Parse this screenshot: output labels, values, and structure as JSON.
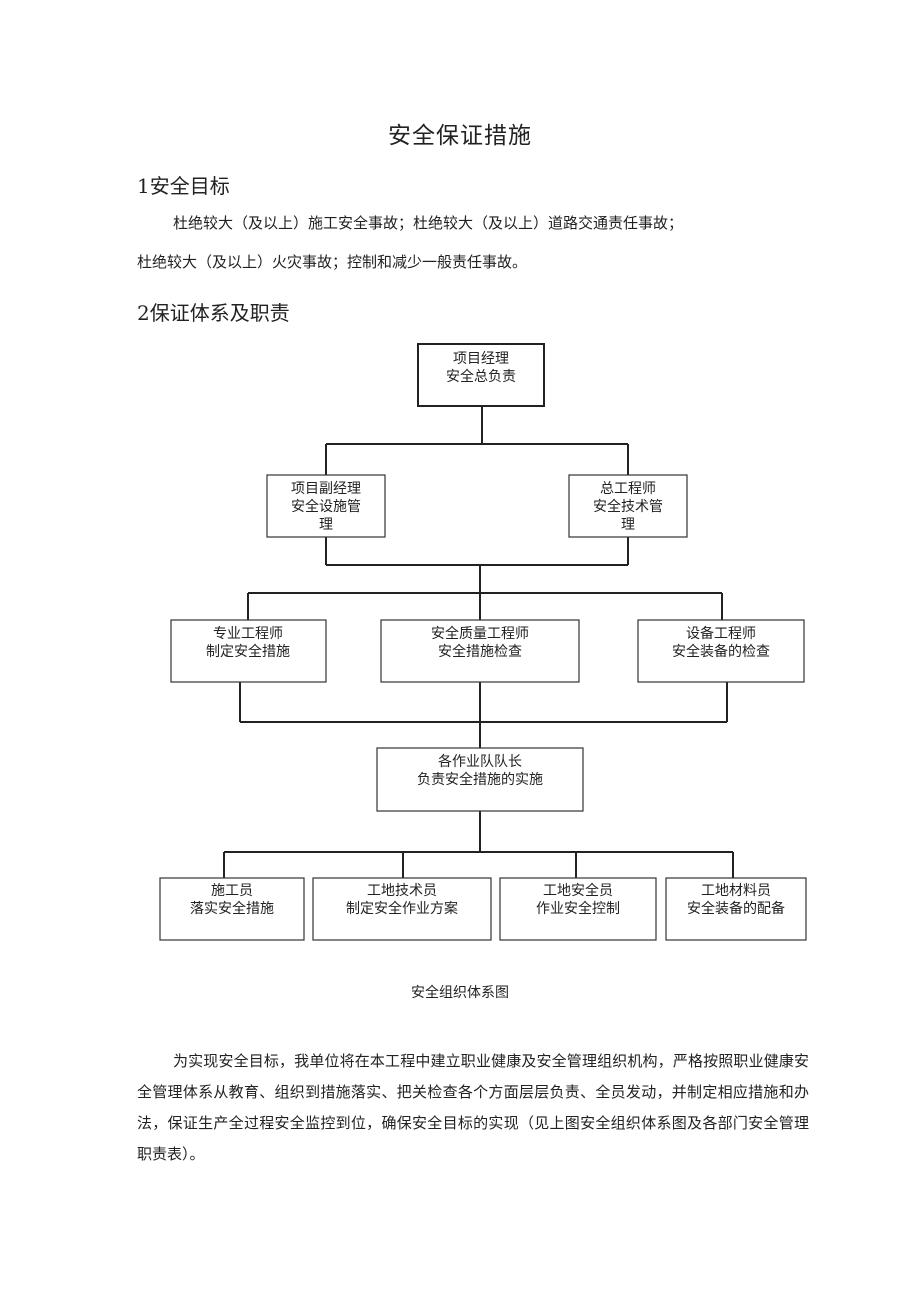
{
  "title": "安全保证措施",
  "section1": {
    "heading": "1安全目标",
    "line1": "杜绝较大（及以上）施工安全事故；杜绝较大（及以上）道路交通责任事故；",
    "line2": "杜绝较大（及以上）火灾事故；控制和减少一般责任事故。"
  },
  "section2": {
    "heading": "2保证体系及职责"
  },
  "org_chart": {
    "top": {
      "line1": "项目经理",
      "line2": "安全总负责"
    },
    "level2": [
      {
        "line1": "项目副经理",
        "line2": "安全设施管",
        "line3": "理"
      },
      {
        "line1": "总工程师",
        "line2": "安全技术管",
        "line3": "理"
      }
    ],
    "level3": [
      {
        "line1": "专业工程师",
        "line2": "制定安全措施"
      },
      {
        "line1": "安全质量工程师",
        "line2": "安全措施检查"
      },
      {
        "line1": "设备工程师",
        "line2": "安全装备的检查"
      }
    ],
    "level4": {
      "line1": "各作业队队长",
      "line2": "负责安全措施的实施"
    },
    "level5": [
      {
        "line1": "施工员",
        "line2": "落实安全措施"
      },
      {
        "line1": "工地技术员",
        "line2": "制定安全作业方案"
      },
      {
        "line1": "工地安全员",
        "line2": "作业安全控制"
      },
      {
        "line1": "工地材料员",
        "line2": "安全装备的配备"
      }
    ],
    "caption": "安全组织体系图"
  },
  "body_paragraph": "为实现安全目标，我单位将在本工程中建立职业健康及安全管理组织机构，严格按照职业健康安全管理体系从教育、组织到措施落实、把关检查各个方面层层负责、全员发动，并制定相应措施和办法，保证生产全过程安全监控到位，确保安全目标的实现（见上图安全组织体系图及各部门安全管理职责表）。"
}
